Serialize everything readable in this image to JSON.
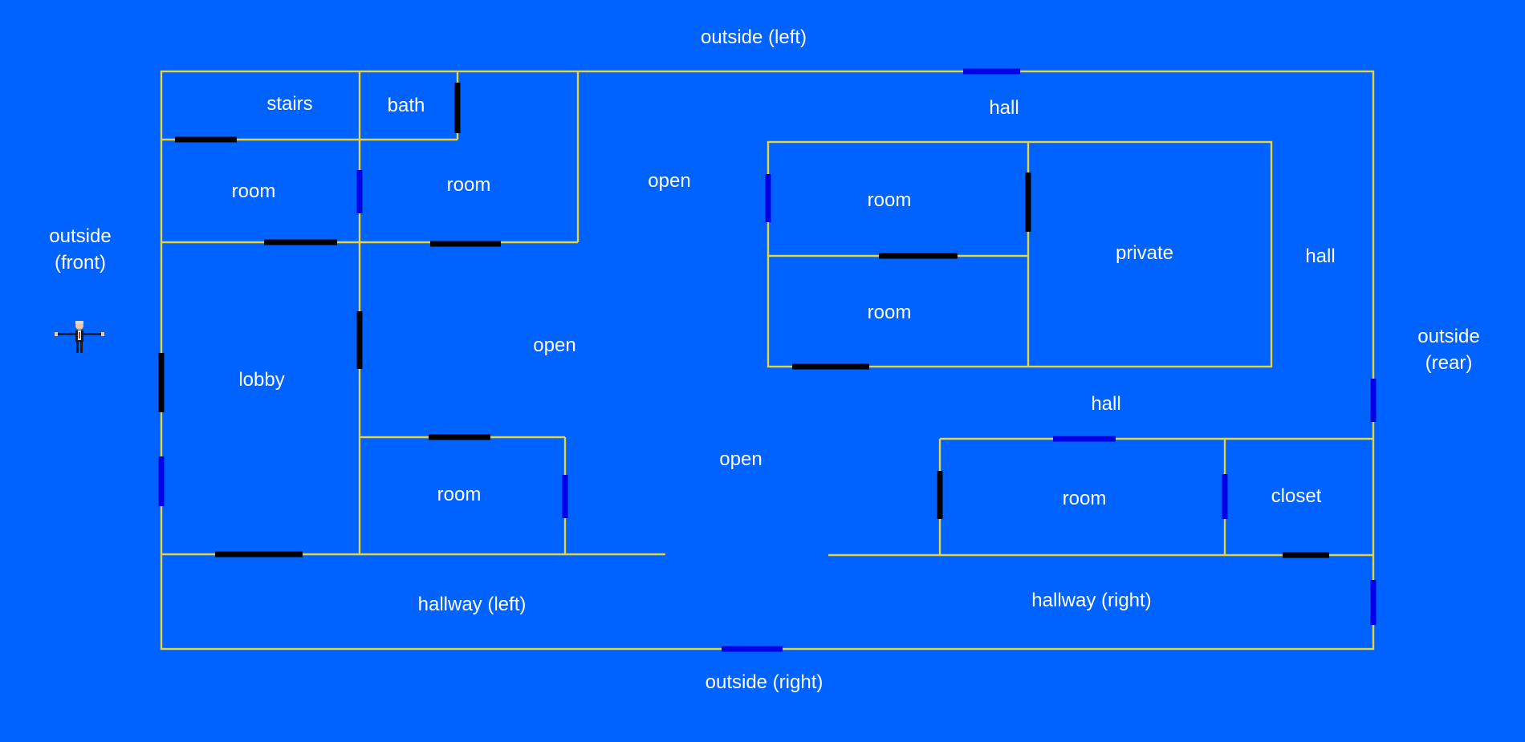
{
  "map": {
    "labels": {
      "outside_left": "outside (left)",
      "outside_front_1": "outside",
      "outside_front_2": "(front)",
      "outside_rear_1": "outside",
      "outside_rear_2": "(rear)",
      "outside_right": "outside (right)",
      "stairs": "stairs",
      "bath": "bath",
      "room_upper_left": "room",
      "room_upper_mid": "room",
      "open_top": "open",
      "open_mid": "open",
      "open_bottom": "open",
      "hall_top": "hall",
      "hall_right": "hall",
      "hall_mid": "hall",
      "room_top_center": "room",
      "room_center": "room",
      "private": "private",
      "lobby": "lobby",
      "room_lower_mid": "room",
      "room_lower_right": "room",
      "closet": "closet",
      "hallway_left": "hallway (left)",
      "hallway_right": "hallway (right)"
    },
    "colors": {
      "background": "#0062FF",
      "wall": "#E8D23A",
      "door_closed": "#000000",
      "door_open": "#0000E6",
      "text": "#FFFFFF"
    },
    "player_icon": "person-icon"
  }
}
